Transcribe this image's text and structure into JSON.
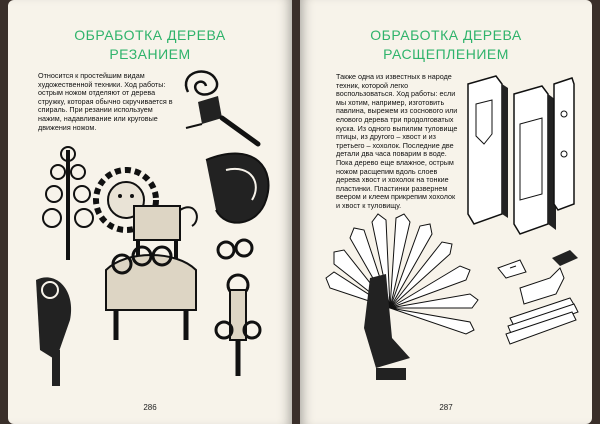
{
  "left_page": {
    "title_line1": "ОБРАБОТКА ДЕРЕВА",
    "title_line2": "РЕЗАНИЕМ",
    "body": "Относится к простейшим видам художественной техники. Ход работы: острым ножом отделяют от дерева стружку, которая обычно скручивается в спираль. При резании используем нажим, надавливание или круговые движения ножом.",
    "page_number": "286"
  },
  "right_page": {
    "title_line1": "ОБРАБОТКА ДЕРЕВА",
    "title_line2": "РАСЩЕПЛЕНИЕМ",
    "body": "Также одна из известных в народе техник, которой легко воспользоваться. Ход работы: если мы хотим, например, изготовить павлина, вырежем из соснового или елового дерева три продолговатых куска. Из одного выпилим туловище птицы, из другого – хвост и из третьего – хохолок. Последние две детали два часа поварим в воде. Пока дерево еще влажное, острым ножом расщепим вдоль слоев дерева хвост и хохолок на тонкие пластинки. Пластинки развернем веером и клеем прикрепим хохолок и хвост к туловищу.",
    "page_number": "287"
  },
  "colors": {
    "title_green": "#2fb36b",
    "paper": "#f7f3ea",
    "ink": "#111111"
  }
}
